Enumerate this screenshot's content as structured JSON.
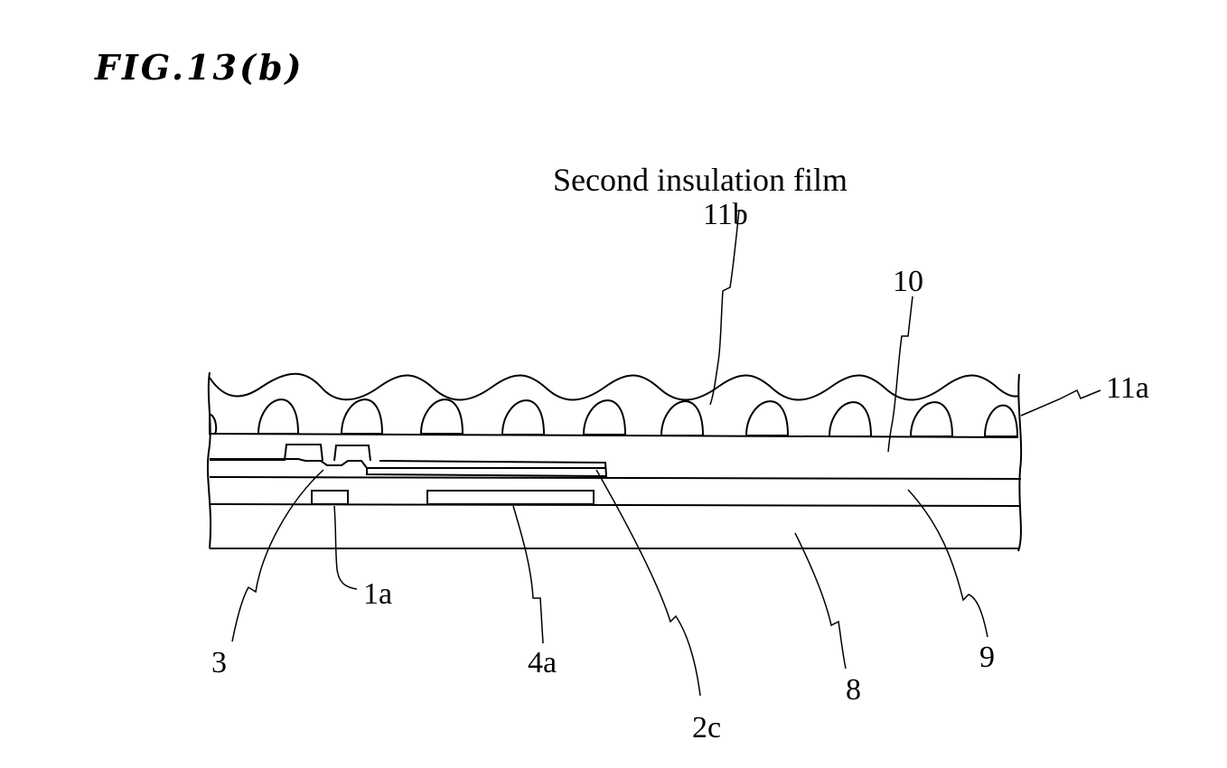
{
  "figure": {
    "title": "FIG.13(b)",
    "caption": "Second insulation film"
  },
  "labels": {
    "l_11b": "11b",
    "l_10": "10",
    "l_11a": "11a",
    "l_3": "3",
    "l_1a": "1a",
    "l_4a": "4a",
    "l_2c": "2c",
    "l_8": "8",
    "l_9": "9"
  },
  "colors": {
    "ink": "#000000",
    "paper": "#ffffff"
  }
}
